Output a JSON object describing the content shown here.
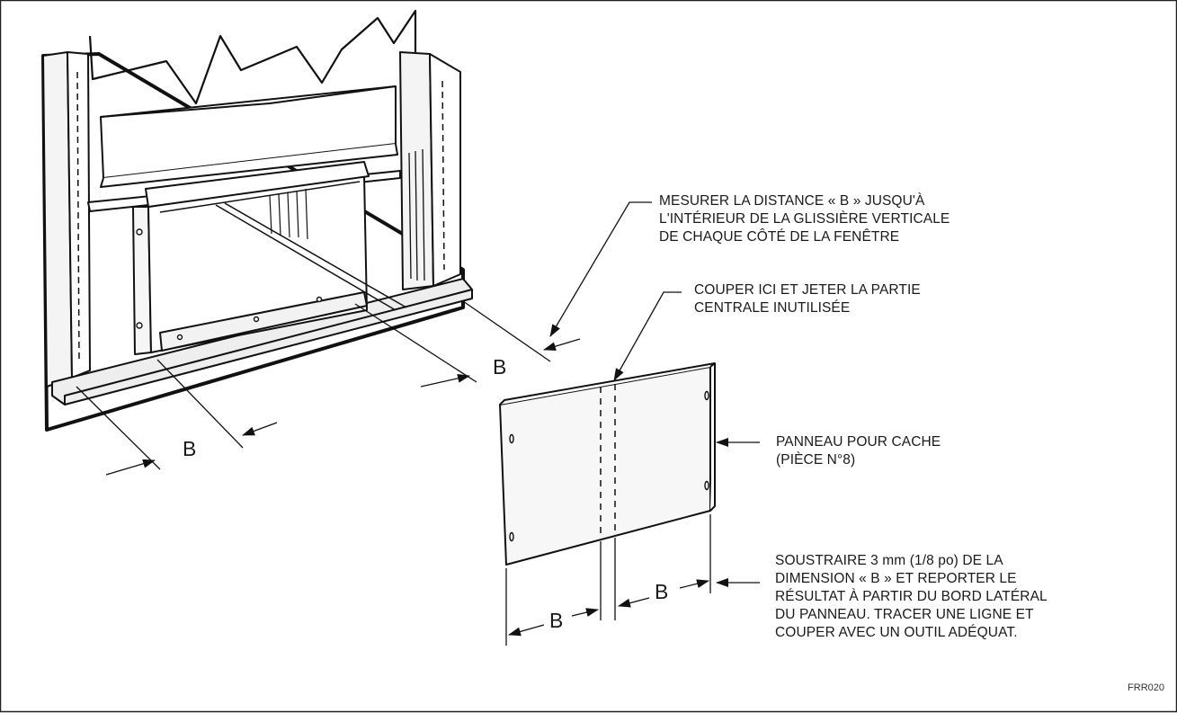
{
  "callouts": {
    "measure": [
      "MESURER LA DISTANCE « B » JUSQU'À",
      "L'INTÉRIEUR DE LA GLISSIÈRE VERTICALE",
      "DE CHAQUE CÔTÉ DE LA FENÊTRE"
    ],
    "cut": [
      "COUPER ICI ET JETER LA PARTIE",
      "CENTRALE INUTILISÉE"
    ],
    "panel": [
      "PANNEAU POUR CACHE",
      "(PIÈCE N°8)"
    ],
    "subtract": [
      "SOUSTRAIRE 3 mm (1/8 po) DE LA",
      "DIMENSION « B » ET REPORTER LE",
      "RÉSULTAT À PARTIR DU BORD LATÉRAL",
      "DU PANNEAU. TRACER UNE LIGNE ET",
      "COUPER AVEC UN OUTIL ADÉQUAT."
    ]
  },
  "dimension_label": "B",
  "figure_code": "FRR020",
  "colors": {
    "line": "#111111",
    "panel_fill": "#f7f7f7",
    "rail_fill": "#eeeeee"
  }
}
